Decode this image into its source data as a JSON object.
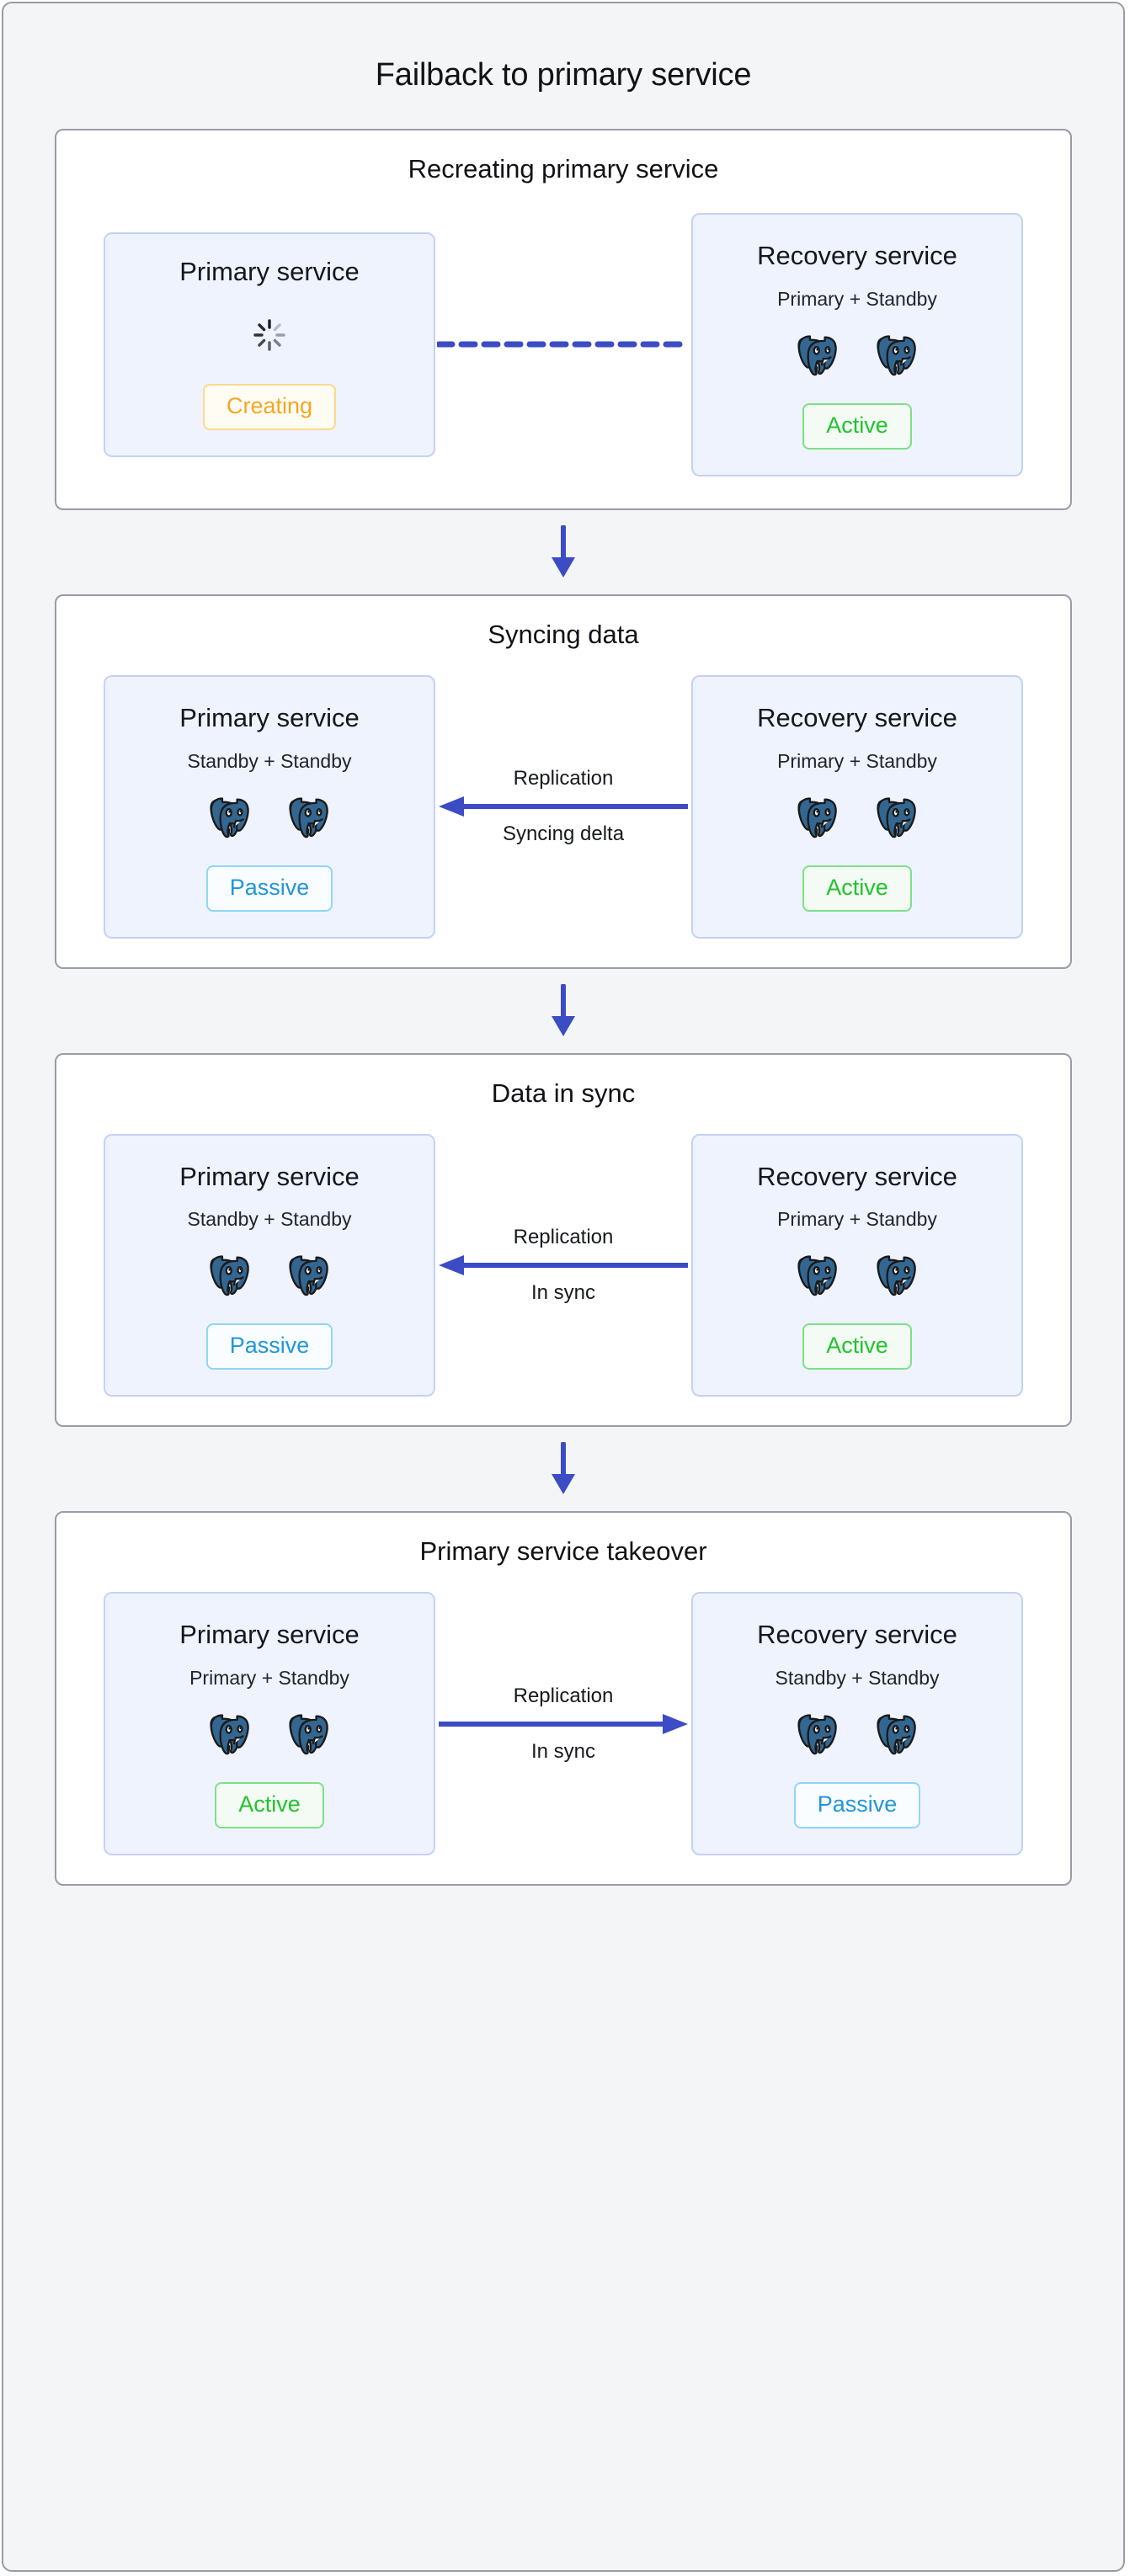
{
  "diagram": {
    "title": "Failback to primary service",
    "colors": {
      "frame_bg": "#f4f5f7",
      "frame_border": "#9b9ba6",
      "panel_bg": "#ffffff",
      "card_bg": "#eff3fe",
      "card_border": "#c3d2f5",
      "arrow_blue": "#3b4cc4",
      "active_green": "#22c32e",
      "passive_blue": "#2196d8",
      "creating_orange": "#f5a623",
      "pg_elephant": "#336791"
    },
    "step_arrow_icon": "arrow-down-icon"
  },
  "stages": [
    {
      "id": "recreating-primary-service",
      "title": "Recreating primary service",
      "left": {
        "title": "Primary service",
        "subtitle": "",
        "icon": "loading-spinner-icon",
        "nodes": 0,
        "badge": {
          "label": "Creating",
          "kind": "creating"
        }
      },
      "connector": {
        "style": "dashed",
        "direction": "none",
        "label_top": "",
        "label_bottom": ""
      },
      "right": {
        "title": "Recovery service",
        "subtitle": "Primary + Standby",
        "icon": "postgresql-icon",
        "nodes": 2,
        "badge": {
          "label": "Active",
          "kind": "active"
        }
      }
    },
    {
      "id": "syncing-data",
      "title": "Syncing data",
      "left": {
        "title": "Primary service",
        "subtitle": "Standby + Standby",
        "icon": "postgresql-icon",
        "nodes": 2,
        "badge": {
          "label": "Passive",
          "kind": "passive"
        }
      },
      "connector": {
        "style": "solid",
        "direction": "left",
        "label_top": "Replication",
        "label_bottom": "Syncing delta"
      },
      "right": {
        "title": "Recovery service",
        "subtitle": "Primary + Standby",
        "icon": "postgresql-icon",
        "nodes": 2,
        "badge": {
          "label": "Active",
          "kind": "active"
        }
      }
    },
    {
      "id": "data-in-sync",
      "title": "Data in sync",
      "left": {
        "title": "Primary service",
        "subtitle": "Standby + Standby",
        "icon": "postgresql-icon",
        "nodes": 2,
        "badge": {
          "label": "Passive",
          "kind": "passive"
        }
      },
      "connector": {
        "style": "solid",
        "direction": "left",
        "label_top": "Replication",
        "label_bottom": "In sync"
      },
      "right": {
        "title": "Recovery service",
        "subtitle": "Primary + Standby",
        "icon": "postgresql-icon",
        "nodes": 2,
        "badge": {
          "label": "Active",
          "kind": "active"
        }
      }
    },
    {
      "id": "primary-service-takeover",
      "title": "Primary service takeover",
      "left": {
        "title": "Primary service",
        "subtitle": "Primary + Standby",
        "icon": "postgresql-icon",
        "nodes": 2,
        "badge": {
          "label": "Active",
          "kind": "active"
        }
      },
      "connector": {
        "style": "solid",
        "direction": "right",
        "label_top": "Replication",
        "label_bottom": "In sync"
      },
      "right": {
        "title": "Recovery service",
        "subtitle": "Standby + Standby",
        "icon": "postgresql-icon",
        "nodes": 2,
        "badge": {
          "label": "Passive",
          "kind": "passive"
        }
      }
    }
  ]
}
